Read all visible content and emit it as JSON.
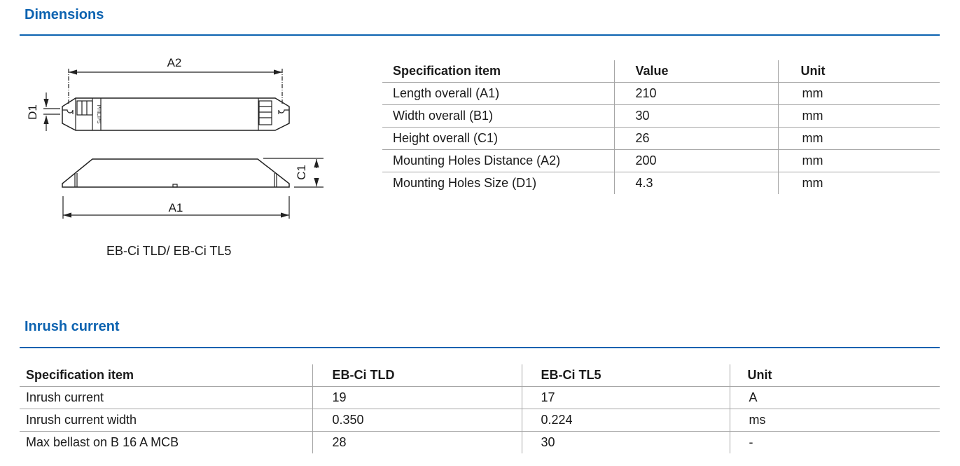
{
  "dimensions": {
    "title": "Dimensions",
    "drawing": {
      "labels": {
        "a2": "A2",
        "a1": "A1",
        "d1": "D1",
        "c1": "C1"
      },
      "caption": "EB-Ci TLD/ EB-Ci TL5"
    },
    "table": {
      "headers": [
        "Specification item",
        "Value",
        "Unit"
      ],
      "rows": [
        [
          "Length overall (A1)",
          "210",
          "mm"
        ],
        [
          "Width overall (B1)",
          "30",
          "mm"
        ],
        [
          "Height overall (C1)",
          "26",
          "mm"
        ],
        [
          "Mounting Holes Distance (A2)",
          "200",
          "mm"
        ],
        [
          "Mounting Holes Size (D1)",
          "4.3",
          "mm"
        ]
      ]
    }
  },
  "inrush": {
    "title": "Inrush current",
    "table": {
      "headers": [
        "Specification item",
        "EB-Ci TLD",
        "EB-Ci TL5",
        "Unit"
      ],
      "rows": [
        [
          "Inrush current",
          "19",
          "17",
          "A"
        ],
        [
          "Inrush current width",
          "0.350",
          "0.224",
          "ms"
        ],
        [
          "Max bellast on B 16  A MCB",
          "28",
          "30",
          "-"
        ]
      ]
    }
  },
  "colors": {
    "accent": "#0b62b0",
    "grid": "#a6a6a6"
  }
}
